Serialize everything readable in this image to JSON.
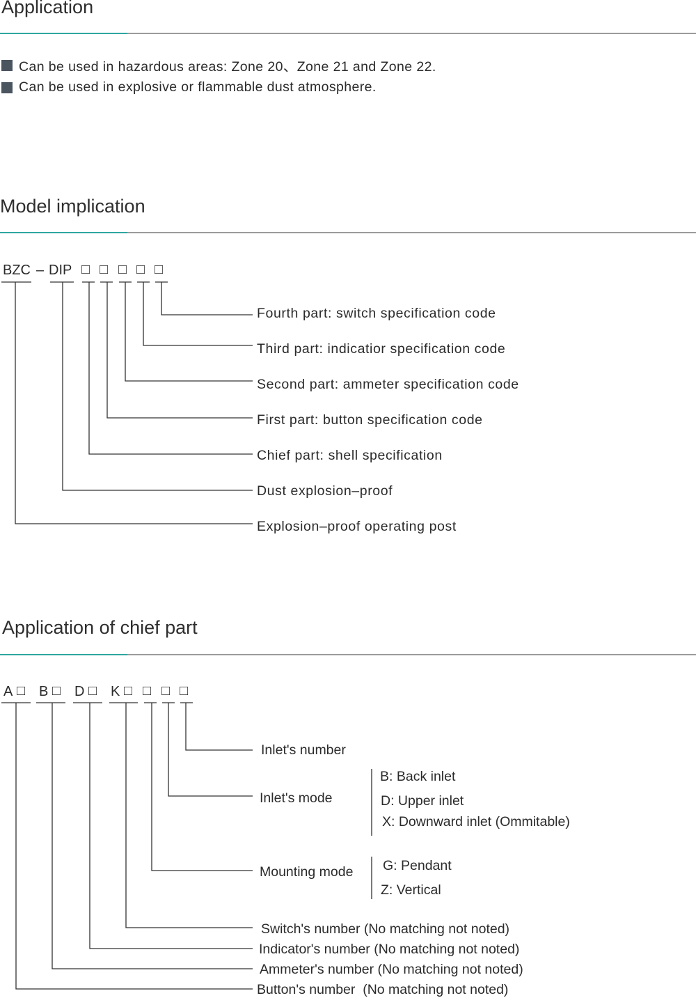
{
  "application": {
    "title": "Application",
    "bullets": [
      "Can be used in hazardous areas: Zone 20、Zone 21 and Zone 22.",
      "Can be used in explosive or flammable dust atmosphere."
    ]
  },
  "model": {
    "title": "Model implication",
    "code_prefix_1": "BZC",
    "code_dash": "–",
    "code_prefix_2": "DIP",
    "box": "□",
    "items": [
      "Fourth part: switch specification code",
      "Third part: indicatior specification code",
      "Second part: ammeter specification code",
      "First part: button specification code",
      "Chief part: shell specification",
      "Dust explosion–proof",
      "Explosion–proof operating post"
    ]
  },
  "chief": {
    "title": "Application of chief part",
    "code_letters": [
      "A",
      "B",
      "D",
      "K"
    ],
    "box": "□",
    "items": {
      "inlet_number": "Inlet's number",
      "inlet_mode": "Inlet's mode",
      "inlet_mode_options": [
        "B: Back inlet",
        "D: Upper inlet",
        "X: Downward inlet (Ommitable)"
      ],
      "mounting_mode": "Mounting mode",
      "mounting_mode_options": [
        "G: Pendant",
        "Z: Vertical"
      ],
      "switch_number": "Switch's number (No matching not noted)",
      "indicator_number": "Indicator's number (No matching not noted)",
      "ammeter_number": "Ammeter's number (No matching not noted)",
      "button_number": "Button's number  (No matching not noted)"
    }
  }
}
